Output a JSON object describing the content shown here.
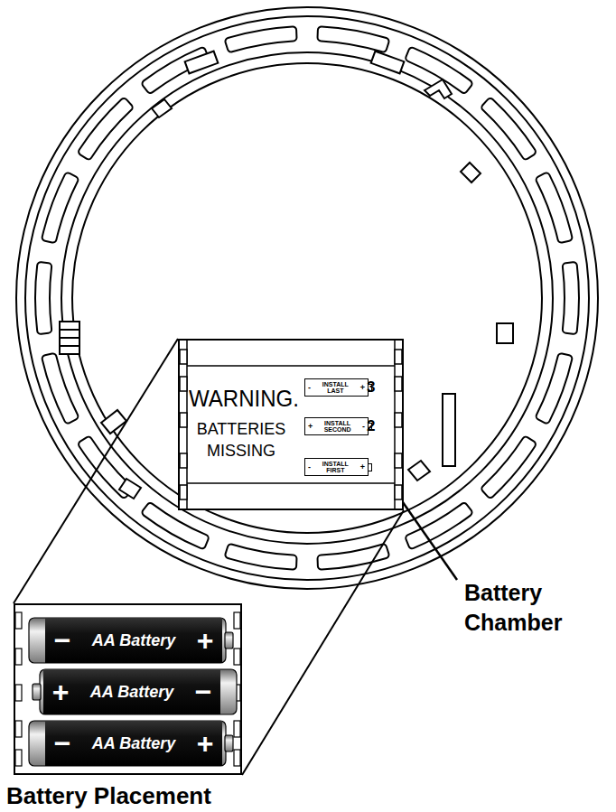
{
  "diagram": {
    "nodes": [
      {
        "text": [
          "WARNING.",
          "BATTERIES MISSING"
        ]
      },
      {
        "text": [
          "-",
          "INSTALL LAST",
          "+"
        ],
        "in": 0
      },
      {
        "text": [
          "+",
          "INSTALL SECOND",
          "-"
        ],
        "in": 0
      },
      {
        "text": [
          "-",
          "INSTALL FIRST",
          "+"
        ],
        "in": 0
      },
      {
        "text": [
          "Battery Placement"
        ]
      },
      {
        "text": [
          "−",
          "AA Battery",
          "+"
        ],
        "in": 4
      },
      {
        "text": [
          "+",
          "AA Battery",
          "−"
        ],
        "in": 4
      },
      {
        "text": [
          "−",
          "AA Battery",
          "+"
        ],
        "in": 4
      }
    ],
    "edges": [
      {
        "from": 0,
        "to": 4,
        "arrow": "none"
      },
      {
        "from": 0,
        "to": 4,
        "arrow": "none"
      }
    ],
    "labels": [
      "3",
      "2",
      "Battery Chamber"
    ]
  }
}
